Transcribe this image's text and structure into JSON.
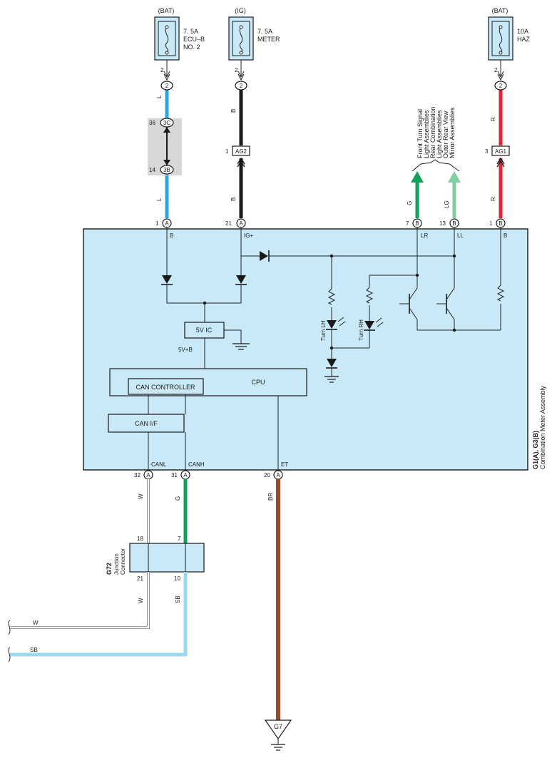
{
  "colors": {
    "wire_L": "#29a8e0",
    "wire_B": "#1a1a1a",
    "wire_R": "#e0262c",
    "wire_G": "#12a15a",
    "wire_LG": "#7fd0a0",
    "wire_BR": "#9c4a2e",
    "wire_SB": "#9bd8f2",
    "wire_W": "#ffffff",
    "box_fill": "#c9e9f9",
    "shade": "#d7d7d7"
  },
  "fuses": {
    "ecub": {
      "source": "(BAT)",
      "rating": "7. 5A",
      "name1": "ECU–B",
      "name2": "NO. 2",
      "pin": "2",
      "conn": "2",
      "wire": "L"
    },
    "meter": {
      "source": "(IG)",
      "rating": "7. 5A",
      "name1": "METER",
      "pin": "2",
      "conn": "2",
      "wire": "B"
    },
    "haz": {
      "source": "(BAT)",
      "rating": "10A",
      "name1": "HAZ",
      "pin": "2",
      "conn": "2",
      "wire": "R"
    }
  },
  "inline": {
    "c3c_pin": "36",
    "c3c": "3C",
    "c3b_pin": "14",
    "c3b": "3B",
    "ag2_pin": "1",
    "ag2": "AG2",
    "ag1_pin": "3",
    "ag1": "AG1",
    "wire_L_low": "L",
    "wire_B_low": "B",
    "wire_R_low": "R",
    "wire_G": "G",
    "wire_LG": "LG"
  },
  "top_pins": {
    "p1": "1",
    "p1c": "A",
    "p21": "21",
    "p21c": "A",
    "p7": "7",
    "p7c": "B",
    "p13": "13",
    "p13c": "B",
    "p1b": "1",
    "p1bc": "B"
  },
  "turn_signal_text": [
    "Front Turn Signal",
    "Light Assemblies",
    "Rear Combination",
    "Light Assemblies",
    "Outer Rear View",
    "Mirror Assemblies"
  ],
  "meter": {
    "label_B": "B",
    "label_IG": "IG+",
    "label_LR": "LR",
    "label_LL": "LL",
    "label_B2": "B",
    "ic": "5V IC",
    "vb": "5V+B",
    "cpu": "CPU",
    "can_controller": "CAN CONTROLLER",
    "can_if": "CAN I/F",
    "turn_lh": "Turn LH",
    "turn_rh": "Turn RH",
    "canl": "CANL",
    "canh": "CANH",
    "et": "ET",
    "conn_name": "G1(A), G3(B)",
    "conn_desc": "Combination Meter Assembly"
  },
  "bottom_pins": {
    "p32": "32",
    "p32c": "A",
    "p31": "31",
    "p31c": "A",
    "p20": "20",
    "p20c": "A",
    "wire_W": "W",
    "wire_G": "G",
    "wire_BR": "BR"
  },
  "junction": {
    "name": "G72",
    "desc1": "Junction",
    "desc2": "Connector",
    "pin18": "18",
    "pin7": "7",
    "pin21": "21",
    "pin10": "10",
    "wire_W": "W",
    "wire_SB": "SB"
  },
  "outputs": {
    "w_label": "W",
    "sb_label": "SB"
  },
  "ground": {
    "name": "G7"
  }
}
